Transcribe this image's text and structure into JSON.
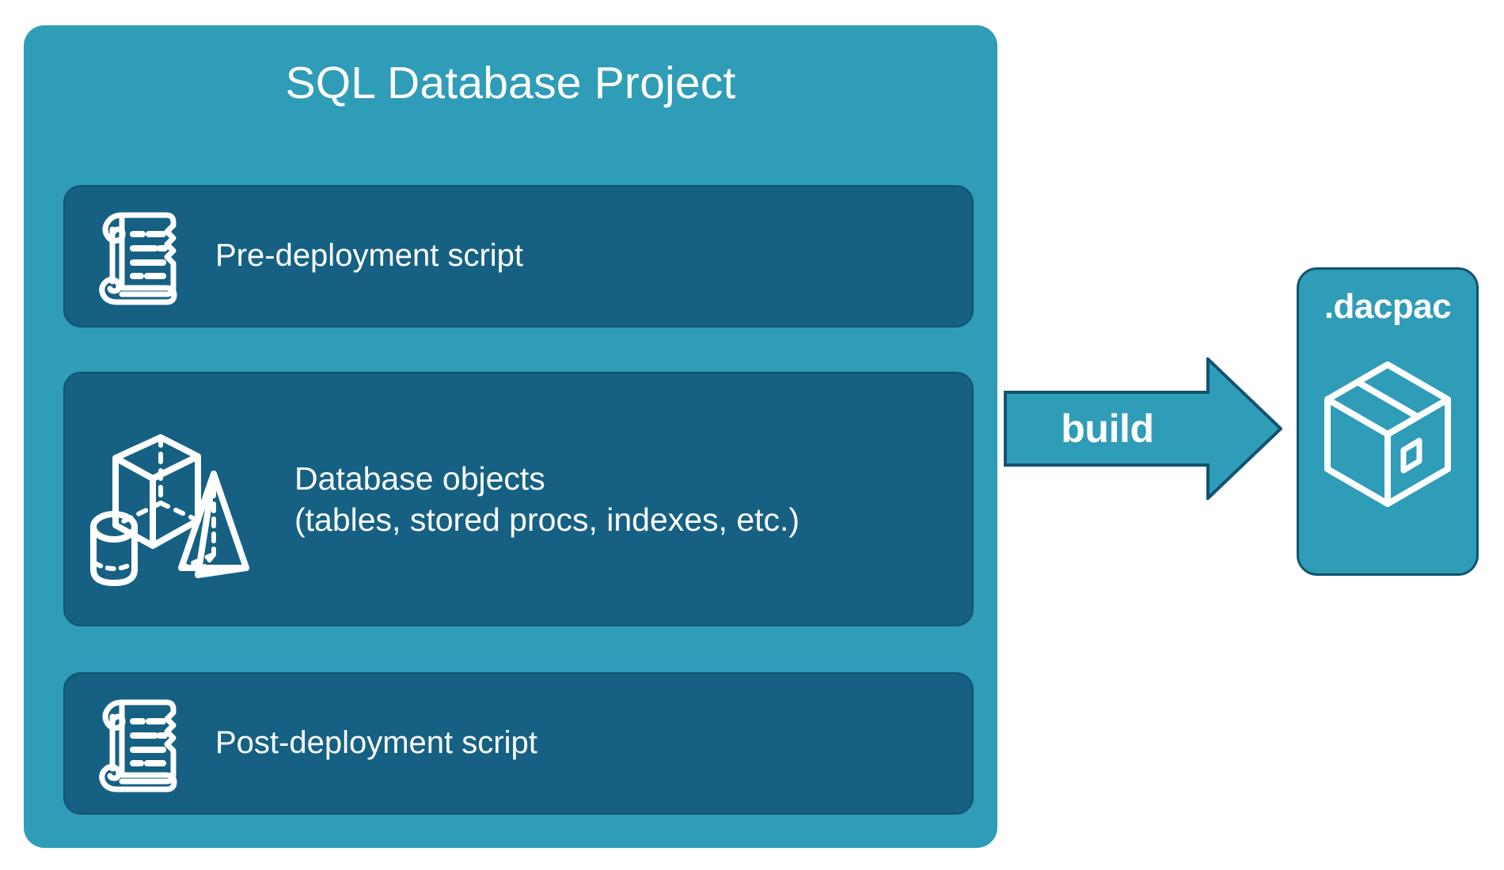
{
  "diagram": {
    "title": "SQL Database Project",
    "background_color": "#ffffff",
    "panel_color": "#2f9cb8",
    "card_color": "#166183",
    "card_border_color": "#13536f",
    "text_color": "#ffffff"
  },
  "project": {
    "title": "SQL Database Project",
    "items": [
      {
        "id": "pre-deployment",
        "label": "Pre-deployment script",
        "icon": "scroll-icon"
      },
      {
        "id": "database-objects",
        "label": "Database objects\n(tables, stored procs, indexes, etc.)",
        "icon": "shapes-icon"
      },
      {
        "id": "post-deployment",
        "label": "Post-deployment script",
        "icon": "scroll-icon"
      }
    ]
  },
  "flow": {
    "arrow_label": "build",
    "arrow_color": "#2f9cb8",
    "arrow_border_color": "#13536f"
  },
  "output": {
    "title": ".dacpac",
    "icon": "package-box-icon",
    "panel_color": "#2f9cb8",
    "border_color": "#13536f"
  }
}
